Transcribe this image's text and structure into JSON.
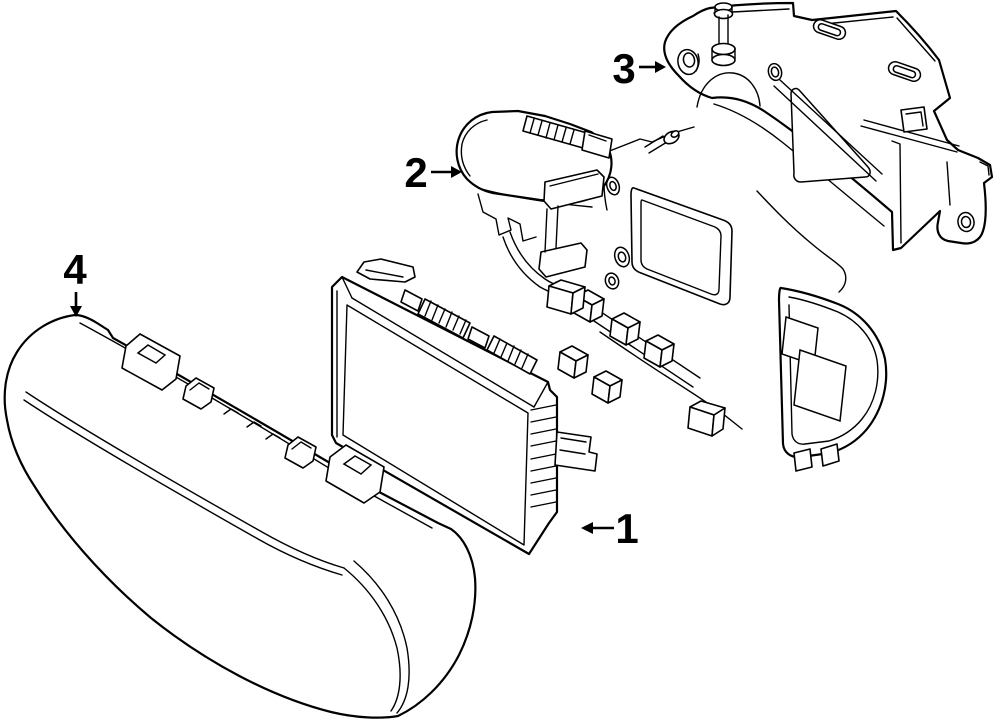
{
  "figure": {
    "type": "exploded-parts-diagram",
    "background": "#ffffff",
    "line_color": "#000000"
  },
  "callouts": [
    {
      "number": "1",
      "arrow_direction": "left"
    },
    {
      "number": "2",
      "arrow_direction": "right"
    },
    {
      "number": "3",
      "arrow_direction": "right"
    },
    {
      "number": "4",
      "arrow_direction": "down"
    }
  ]
}
